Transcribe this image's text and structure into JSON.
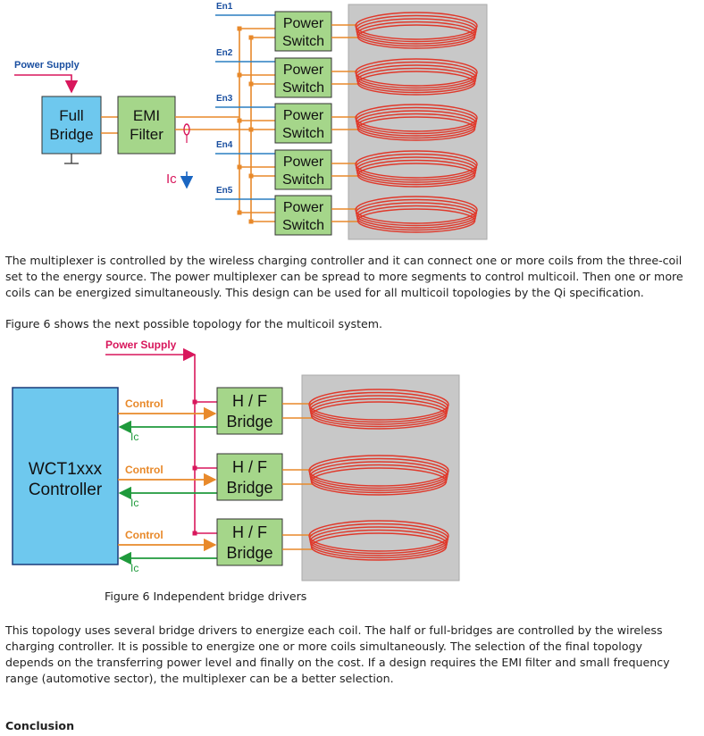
{
  "diagram1": {
    "power_supply_label": "Power Supply",
    "full_bridge": [
      "Full",
      "Bridge"
    ],
    "emi_filter": [
      "EMI",
      "Filter"
    ],
    "ic_label": "Ic",
    "enable_labels": [
      "En1",
      "En2",
      "En3",
      "En4",
      "En5"
    ],
    "switch_line1": "Power",
    "switch_line2": "Switch",
    "colors": {
      "orange": "#e8892a",
      "blue": "#2a7fc0",
      "pink": "#d8175c",
      "coil": "#e0382a",
      "green_box": "#a5d68a",
      "blue_box": "#6ec8ee",
      "gray_panel": "#c8c8c8"
    }
  },
  "paragraph1": "The multiplexer is controlled by the wireless charging controller and it can connect one or more coils from the three-coil set to the energy source. The power multiplexer can be spread to more segments to control multicoil. Then one or more coils can be energized simultaneously. This design can be used for all multicoil topologies by the Qi specification.",
  "paragraph2": "Figure 6 shows the next possible topology for the multicoil system.",
  "diagram2": {
    "power_supply_label": "Power Supply",
    "controller": [
      "WCT1xxx",
      "Controller"
    ],
    "control_label": "Control",
    "ic_label": "Ic",
    "bridge_line1": "H / F",
    "bridge_line2": "Bridge",
    "colors": {
      "orange": "#e8892a",
      "green": "#1f9a3c",
      "pink": "#d8175c",
      "coil": "#e0382a",
      "blue_box": "#6ec8ee"
    }
  },
  "caption": "Figure 6 Independent bridge drivers",
  "paragraph3": "This topology uses several bridge drivers to energize each coil. The half or full-bridges are controlled by the wireless charging controller. It is possible to energize one or more coils simultaneously. The selection of the final topology depends on the transferring power level and finally on the cost. If a design requires the EMI filter and small frequency range (automotive sector), the multiplexer can be a better selection.",
  "conclusion_heading": "Conclusion"
}
